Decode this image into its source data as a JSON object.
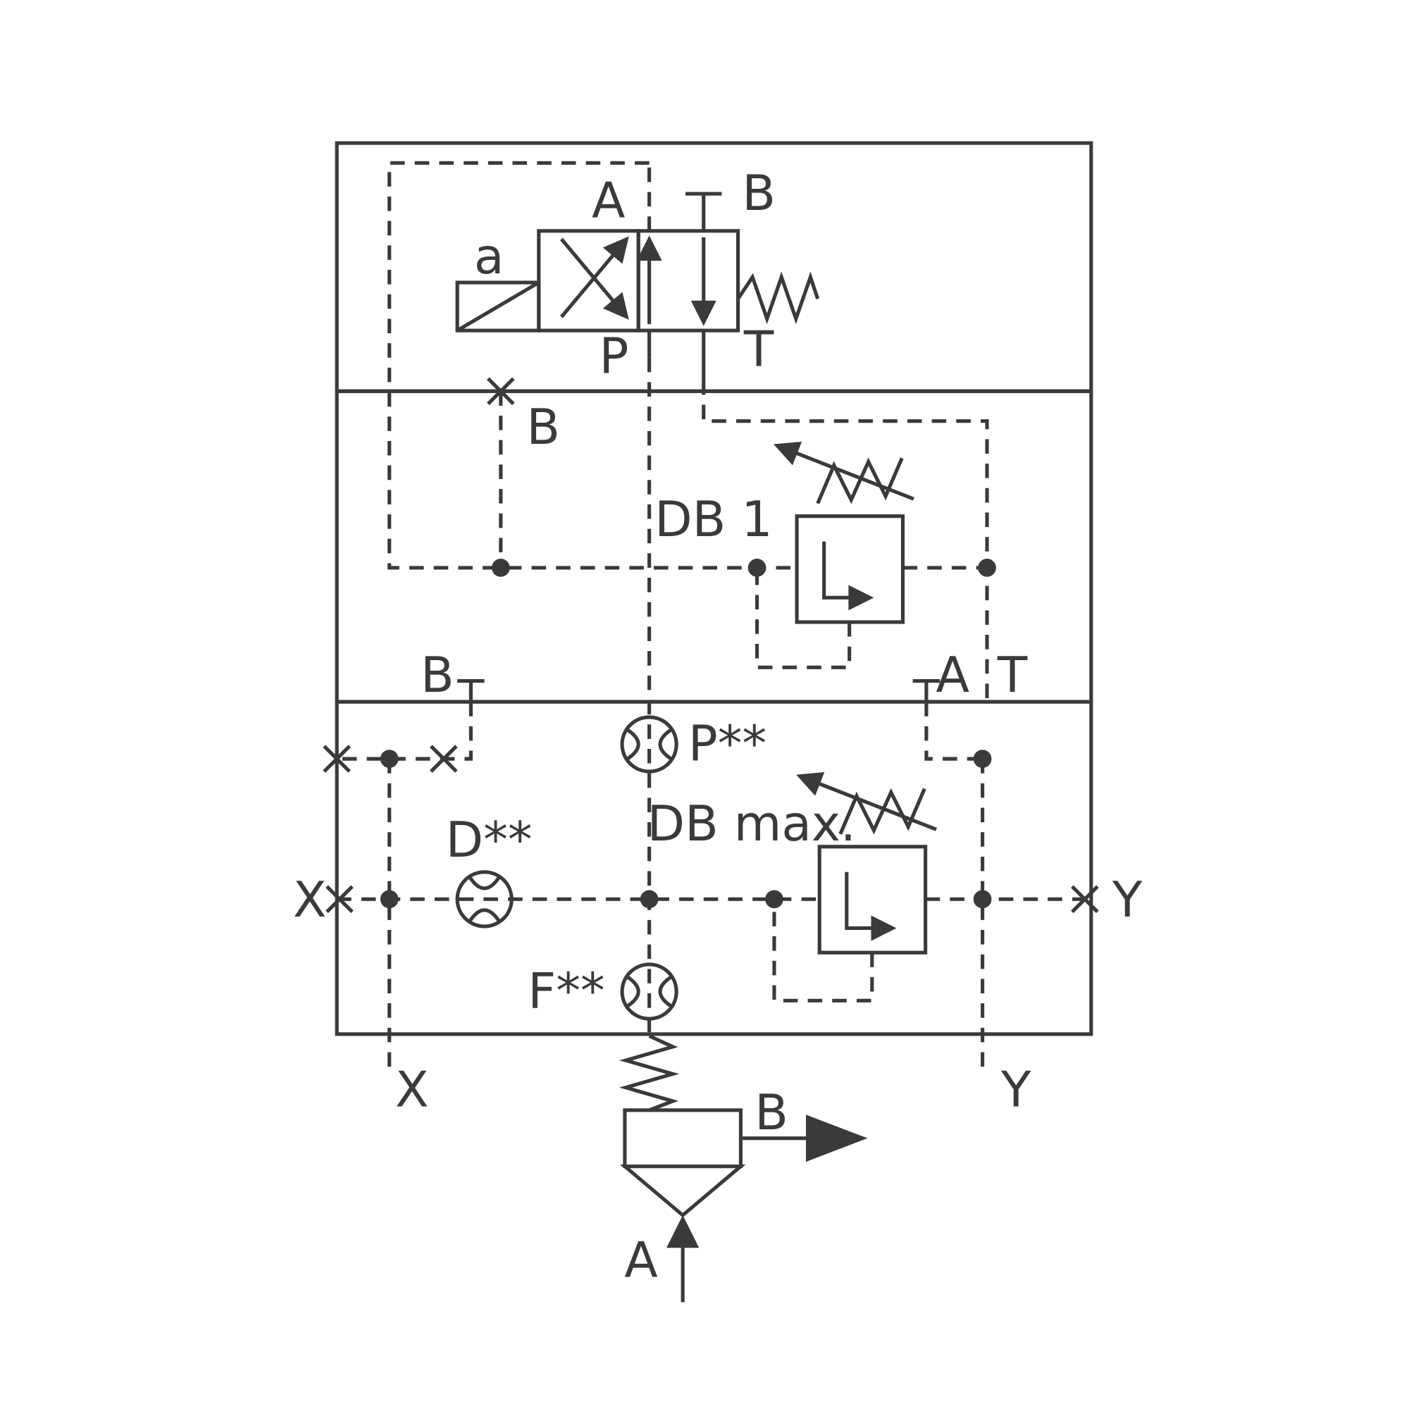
{
  "colors": {
    "line": "#3a3a3a",
    "background": "#ffffff"
  },
  "labels": {
    "solenoid": "a",
    "pilot_port_a": "A",
    "pilot_port_b": "B",
    "pilot_port_p": "P",
    "pilot_port_t": "T",
    "plug_b": "B",
    "relief_db1": "DB 1",
    "interface_b": "B",
    "interface_a": "A",
    "interface_t": "T",
    "orifice_p": "P**",
    "relief_db_max": "DB max.",
    "orifice_d": "D**",
    "port_x_side": "X",
    "port_y_side": "Y",
    "orifice_f": "F**",
    "port_x_bottom": "X",
    "port_y_bottom": "Y",
    "main_port_b": "B",
    "main_port_a": "A"
  }
}
